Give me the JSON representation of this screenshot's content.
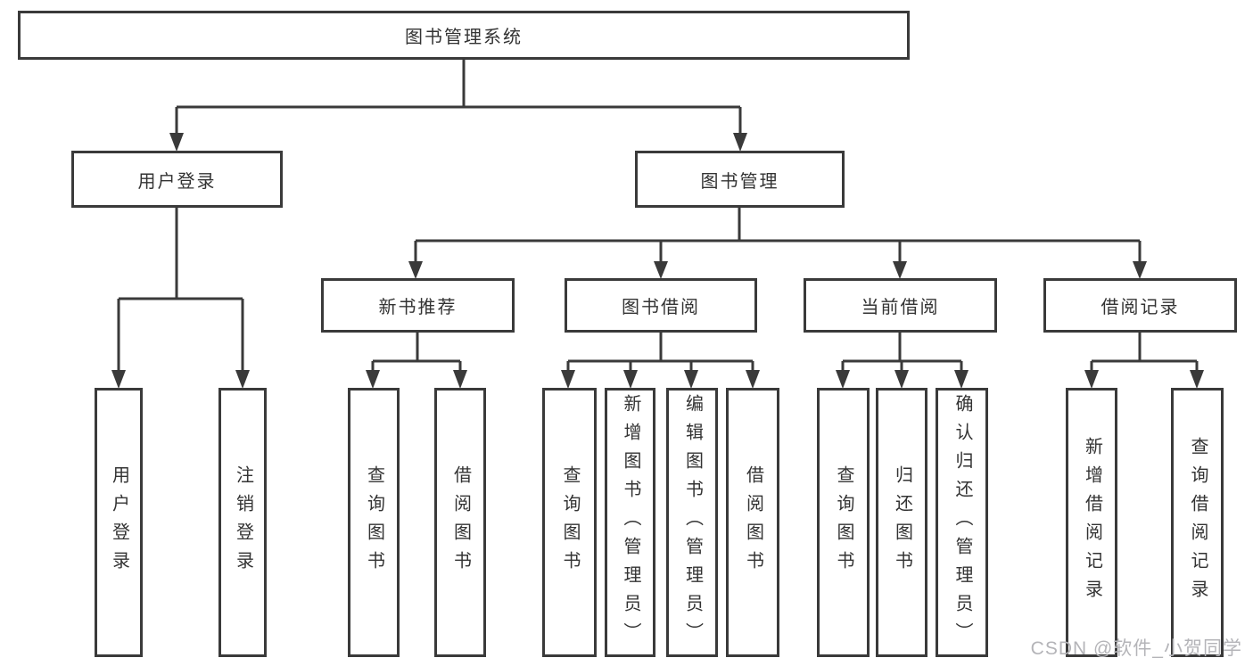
{
  "root": {
    "label": "图书管理系统"
  },
  "user_login": {
    "label": "用户登录",
    "children": [
      {
        "label": "用户登录"
      },
      {
        "label": "注销登录"
      }
    ]
  },
  "book_mgmt": {
    "label": "图书管理",
    "groups": [
      {
        "label": "新书推荐",
        "children": [
          {
            "label": "查询图书"
          },
          {
            "label": "借阅图书"
          }
        ]
      },
      {
        "label": "图书借阅",
        "children": [
          {
            "label": "查询图书"
          },
          {
            "label": "新增图书（管理员）"
          },
          {
            "label": "编辑图书（管理员）"
          },
          {
            "label": "借阅图书"
          }
        ]
      },
      {
        "label": "当前借阅",
        "children": [
          {
            "label": "查询图书"
          },
          {
            "label": "归还图书"
          },
          {
            "label": "确认归还（管理员）"
          }
        ]
      },
      {
        "label": "借阅记录",
        "children": [
          {
            "label": "新增借阅记录"
          },
          {
            "label": "查询借阅记录"
          }
        ]
      }
    ]
  },
  "watermark": "CSDN @软件_小贺同学",
  "colors": {
    "line": "#3a3a3a",
    "text": "#333333",
    "box_fill": "#ffffff",
    "background": "#ffffff",
    "watermark": "#b4b4b8"
  }
}
